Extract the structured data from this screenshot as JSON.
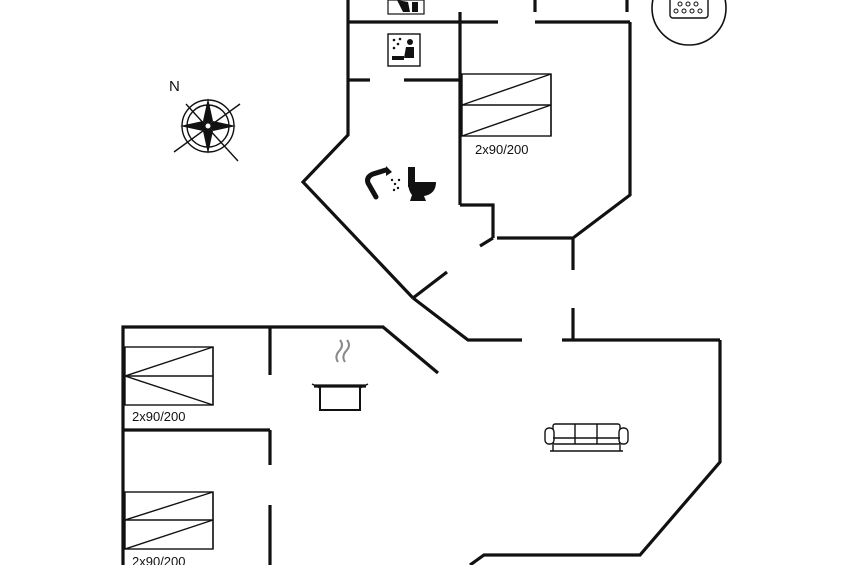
{
  "compass": {
    "north_letter": "N",
    "icon": "compass-rose-icon"
  },
  "rooms": {
    "bedroom_upper": {
      "bed_label": "2x90/200",
      "icon": "bed-icon"
    },
    "bedroom_left_top": {
      "bed_label": "2x90/200",
      "icon": "bed-icon"
    },
    "bedroom_left_bottom": {
      "bed_label": "2x90/200",
      "icon": "bed-icon"
    },
    "bathroom": {
      "icons": [
        "shower-icon",
        "toilet-icon"
      ]
    },
    "kitchen": {
      "icon": "cooking-pot-icon"
    },
    "living_room": {
      "icon": "sofa-icon"
    },
    "spa": {
      "icons": [
        "sauna-icon",
        "whirlpool-icon"
      ]
    }
  },
  "colors": {
    "wall": "#111111",
    "background": "#ffffff"
  }
}
